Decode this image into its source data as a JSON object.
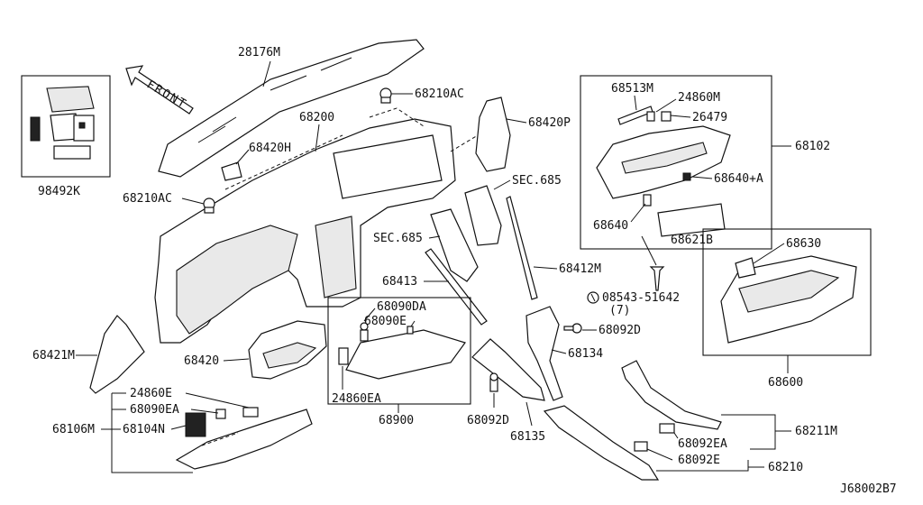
{
  "diagram_id": "J68002B7",
  "front_label": "FRONT",
  "parts": {
    "p28176M": "28176M",
    "p68200": "68200",
    "p68210AC_top": "68210AC",
    "p68210AC_left": "68210AC",
    "p68420H": "68420H",
    "p98492K": "98492K",
    "p68420P": "68420P",
    "p68102": "68102",
    "p68513M": "68513M",
    "p24860M": "24860M",
    "p26479": "26479",
    "p68640A": "68640+A",
    "p68640": "68640",
    "p68621B": "68621B",
    "p68630": "68630",
    "p68600": "68600",
    "sec685_right": "SEC.685",
    "sec685_left": "SEC.685",
    "p68412M": "68412M",
    "p68413": "68413",
    "screw": "08543-51642",
    "screw_qty": "(7)",
    "p68092D_right": "68092D",
    "p68134": "68134",
    "p68090DA": "68090DA",
    "p68090E": "68090E",
    "p68420": "68420",
    "p68421M": "68421M",
    "p24860EA": "24860EA",
    "p68900": "68900",
    "p68092D_bottom": "68092D",
    "p68135": "68135",
    "p24860E": "24860E",
    "p68090EA": "68090EA",
    "p68106M": "68106M",
    "p68104N": "68104N",
    "p68211M": "68211M",
    "p68092EA": "68092EA",
    "p68092E": "68092E",
    "p68210": "68210"
  }
}
